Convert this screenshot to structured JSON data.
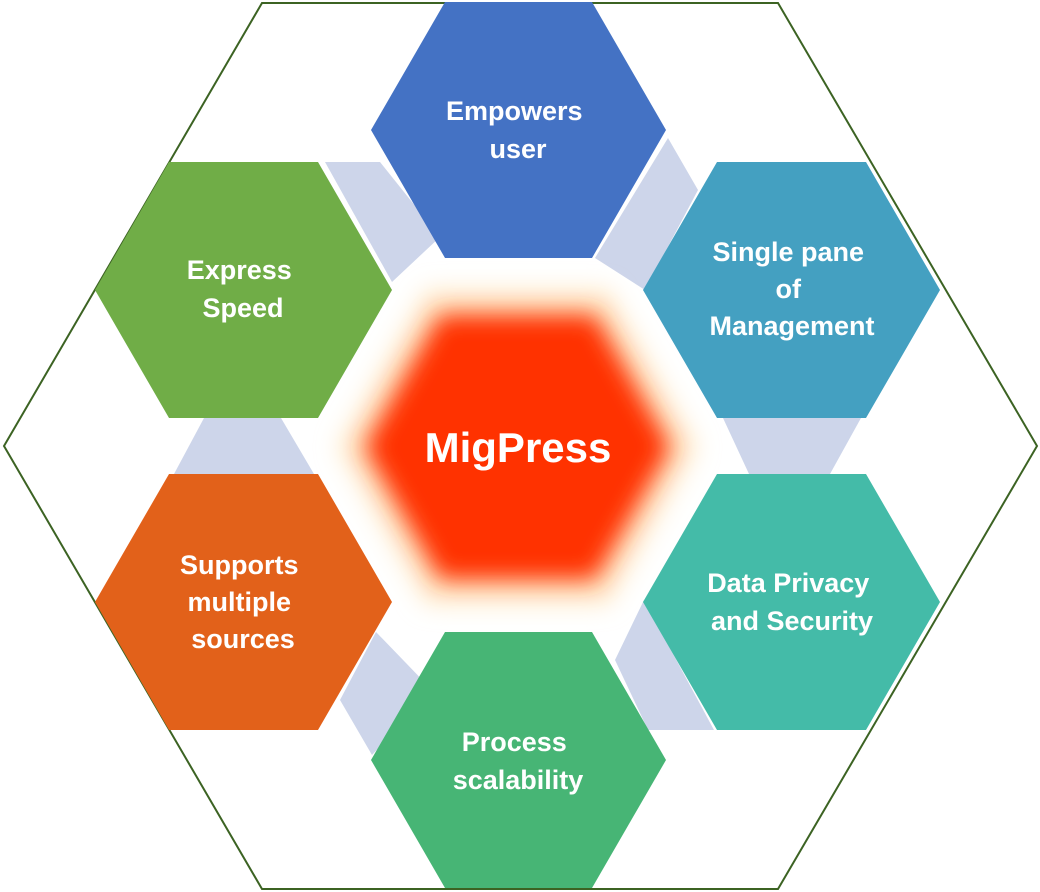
{
  "center": {
    "label": "MigPress",
    "color": "#FF3300",
    "glow_color": "#FFE8C4"
  },
  "outer_frame": {
    "stroke_color": "#3C6323"
  },
  "connector_color": "#CDD5EA",
  "features": [
    {
      "id": "empowers-user",
      "lines": [
        "Empowers",
        "user"
      ],
      "color": "#4472C4"
    },
    {
      "id": "single-pane",
      "lines": [
        "Single pane",
        "of",
        "Management"
      ],
      "color": "#44A0C1"
    },
    {
      "id": "data-privacy",
      "lines": [
        "Data Privacy",
        "and Security"
      ],
      "color": "#44BBA8"
    },
    {
      "id": "process-scalability",
      "lines": [
        "Process",
        "scalability"
      ],
      "color": "#47B575"
    },
    {
      "id": "multiple-sources",
      "lines": [
        "Supports",
        "multiple",
        "sources"
      ],
      "color": "#E2611A"
    },
    {
      "id": "express-speed",
      "lines": [
        "Express",
        "Speed"
      ],
      "color": "#70AD47"
    }
  ]
}
